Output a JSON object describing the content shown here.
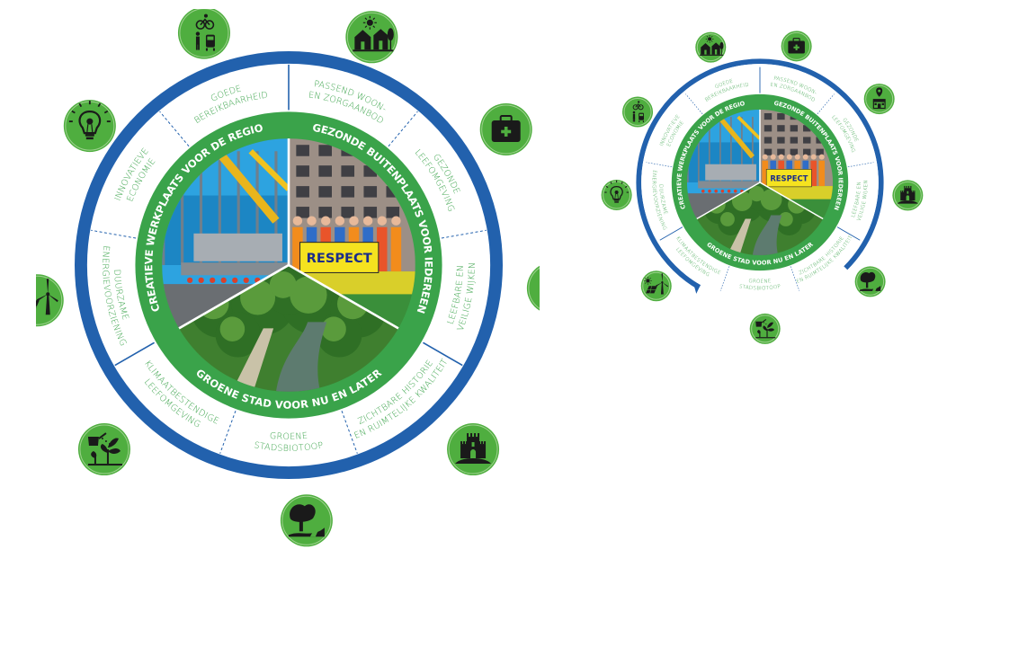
{
  "colors": {
    "outer_ring": "#2261ad",
    "inner_ring": "#3aa34a",
    "label_text": "#3aa34a",
    "icon_green": "#4fae3f",
    "icon_dark": "#1a1a1a"
  },
  "wheel": {
    "ring_labels": [
      "CREATIEVE WERKPLAATS VOOR DE REGIO",
      "GEZONDE BUITENPLAATS VOOR IEDEREEN",
      "GROENE STAD VOOR NU EN LATER"
    ],
    "segments": [
      {
        "lines": [
          "GOEDE",
          "BEREIKBAARHEID"
        ],
        "icon": "cyclist-pedestrian-train-icon"
      },
      {
        "lines": [
          "PASSEND WOON-",
          "EN ZORGAANBOD"
        ],
        "icon": "houses-icon"
      },
      {
        "lines": [
          "GEZONDE",
          "LEEFOMGEVING"
        ],
        "icon": "medical-kit-icon"
      },
      {
        "lines": [
          "LEEFBARE EN",
          "VEILIGE WIJKEN"
        ],
        "icon": "shop-location-icon"
      },
      {
        "lines": [
          "ZICHTBARE HISTORIE",
          "EN RUIMTELIJKE KWALITEIT"
        ],
        "icon": "castle-icon"
      },
      {
        "lines": [
          "GROENE",
          "STADSBIOTOOP"
        ],
        "icon": "tree-landscape-icon"
      },
      {
        "lines": [
          "KLIMAATBESTENDIGE",
          "LEEFOMGEVING"
        ],
        "icon": "watering-plants-icon"
      },
      {
        "lines": [
          "DUURZAME",
          "ENERGIEVOORZIENING"
        ],
        "icon": "solar-wind-icon"
      },
      {
        "lines": [
          "INNOVATIEVE",
          "ECONOMIE"
        ],
        "icon": "lightbulb-icon"
      }
    ],
    "photo_sign": "RESPECT"
  }
}
